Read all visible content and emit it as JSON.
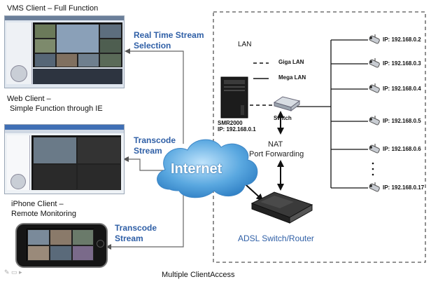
{
  "clients": {
    "vms": {
      "title": "VMS Client – Full Function"
    },
    "web": {
      "title_line1": "Web Client –",
      "title_line2": "Simple Function through IE"
    },
    "iphone": {
      "title_line1": "iPhone Client –",
      "title_line2": "Remote Monitoring"
    }
  },
  "streams": {
    "realtime_line1": "Real Time Stream",
    "realtime_line2": "Selection",
    "transcode_web_line1": "Transcode",
    "transcode_web_line2": "Stream",
    "transcode_iphone_line1": "Transcode",
    "transcode_iphone_line2": "Stream"
  },
  "cloud": {
    "label": "Internet"
  },
  "lan": {
    "title": "LAN",
    "legend_giga": "Giga LAN",
    "legend_mega": "Mega LAN"
  },
  "server": {
    "model": "SMR2000",
    "ip": "IP: 192.168.0.1"
  },
  "switch": {
    "label": "Switch"
  },
  "nat": {
    "line1": "NAT",
    "line2": "Port Forwarding"
  },
  "router": {
    "label": "ADSL Switch/Router"
  },
  "cameras": [
    {
      "ip": "IP: 192.168.0.2"
    },
    {
      "ip": "IP: 192.168.0.3"
    },
    {
      "ip": "IP: 192.168.0.4"
    },
    {
      "ip": "IP: 192.168.0.5"
    },
    {
      "ip": "IP: 192.168.0.6"
    },
    {
      "ip": "IP: 192.168.0.17"
    }
  ],
  "caption": "Multiple ClientAccess",
  "colors": {
    "accent": "#2f5fa6",
    "cloud": "#5aa8e0",
    "line": "#666666"
  }
}
